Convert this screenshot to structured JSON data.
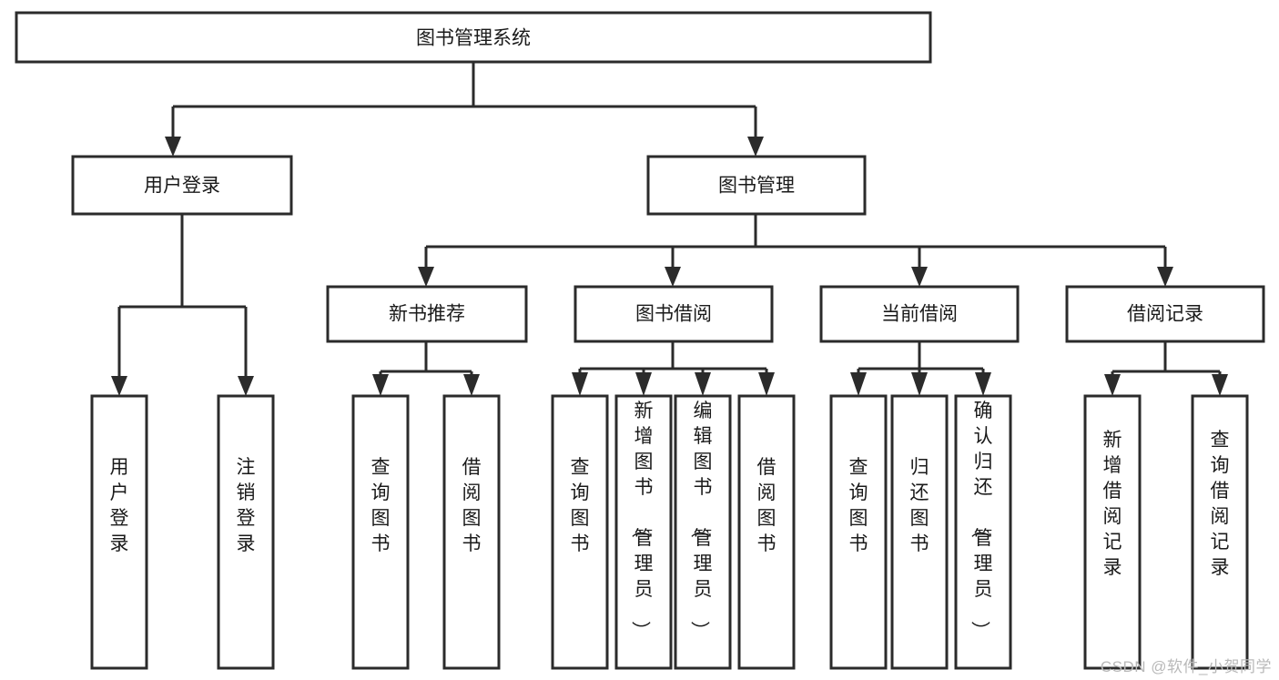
{
  "diagram": {
    "title": "图书管理系统",
    "type": "tree-hierarchy-diagram",
    "root": {
      "id": "root",
      "label": "图书管理系统"
    },
    "level2": [
      {
        "id": "user-login",
        "label": "用户登录"
      },
      {
        "id": "book-manage",
        "label": "图书管理"
      }
    ],
    "level3": [
      {
        "id": "new-book-recommend",
        "label": "新书推荐"
      },
      {
        "id": "book-borrow",
        "label": "图书借阅"
      },
      {
        "id": "current-borrow",
        "label": "当前借阅"
      },
      {
        "id": "borrow-record",
        "label": "借阅记录"
      }
    ],
    "leaves": {
      "user_login": [
        {
          "id": "leaf-user-login",
          "label": "用户登录"
        },
        {
          "id": "leaf-logout-login",
          "label": "注销登录"
        }
      ],
      "new_book_recommend": [
        {
          "id": "leaf-query-book-1",
          "label": "查询图书"
        },
        {
          "id": "leaf-borrow-book-1",
          "label": "借阅图书"
        }
      ],
      "book_borrow": [
        {
          "id": "leaf-query-book-2",
          "label": "查询图书"
        },
        {
          "id": "leaf-add-book",
          "label": "新增图书（管理员）"
        },
        {
          "id": "leaf-edit-book",
          "label": "编辑图书（管理员）"
        },
        {
          "id": "leaf-borrow-book-2",
          "label": "借阅图书"
        }
      ],
      "current_borrow": [
        {
          "id": "leaf-query-book-3",
          "label": "查询图书"
        },
        {
          "id": "leaf-return-book",
          "label": "归还图书"
        },
        {
          "id": "leaf-confirm-return",
          "label": "确认归还（管理员）"
        }
      ],
      "borrow_record": [
        {
          "id": "leaf-add-record",
          "label": "新增借阅记录"
        },
        {
          "id": "leaf-query-record",
          "label": "查询借阅记录"
        }
      ]
    },
    "colors": {
      "stroke": "#2b2b2b",
      "fill": "#ffffff",
      "text": "#1a1a1a",
      "watermark": "#b9b9b9"
    }
  },
  "watermark": {
    "text": "CSDN @软件_小贺同学"
  }
}
